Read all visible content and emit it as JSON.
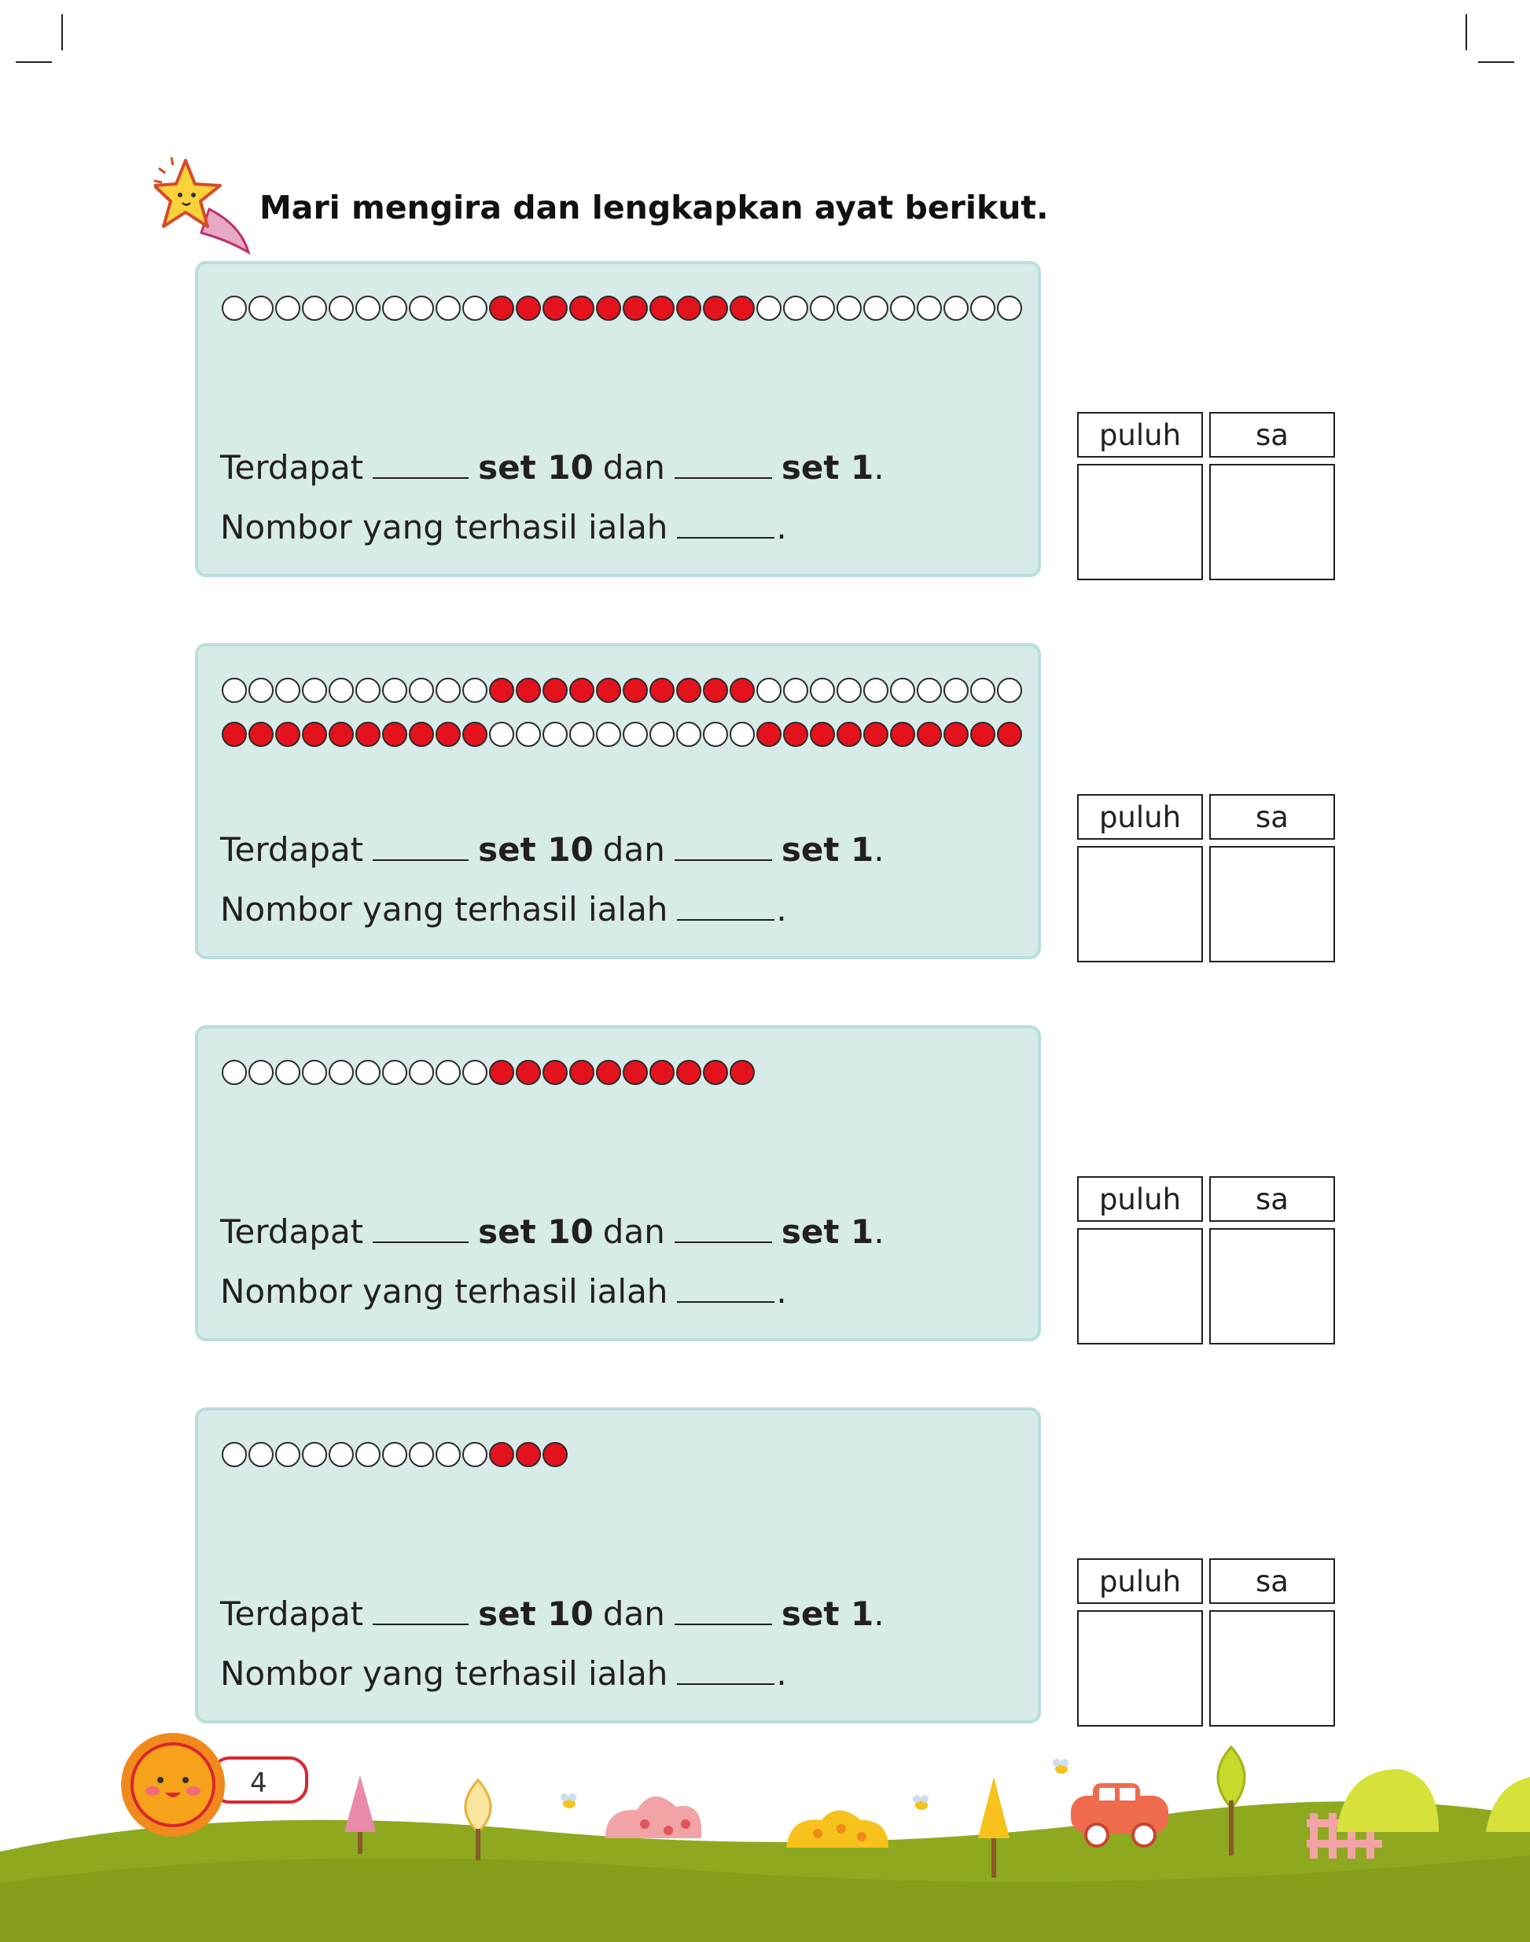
{
  "header": {
    "instruction": "Mari mengira dan lengkapkan ayat berikut."
  },
  "exercise": {
    "sentence_start": "Terdapat",
    "set10": "set 10",
    "dan": "dan",
    "set1": "set 1",
    "period": ".",
    "number_text": "Nombor yang terhasil ialah",
    "place_value_headers": [
      "puluh",
      "sa"
    ]
  },
  "questions": [
    {
      "rows": [
        [
          "w",
          10,
          "r",
          10,
          "w",
          10
        ]
      ]
    },
    {
      "rows": [
        [
          "w",
          10,
          "r",
          10,
          "w",
          10
        ],
        [
          "r",
          10,
          "w",
          10,
          "r",
          10
        ]
      ]
    },
    {
      "rows": [
        [
          "w",
          10,
          "r",
          10
        ]
      ]
    },
    {
      "rows": [
        [
          "w",
          10,
          "r",
          3
        ]
      ]
    }
  ],
  "footer": {
    "page_number": "4"
  },
  "colors": {
    "panel": "#d7ebe9",
    "panel_border": "#b8dedd",
    "bead_red": "#e3121c",
    "grass": "#8ea91f"
  }
}
